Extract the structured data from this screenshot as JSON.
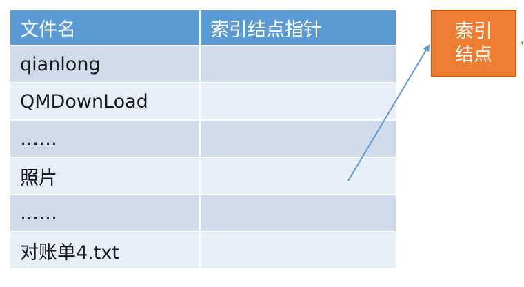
{
  "table": {
    "headers": [
      "文件名",
      "索引结点指针"
    ],
    "rows": [
      {
        "name": "qianlong",
        "pointer": ""
      },
      {
        "name": "QMDownLoad",
        "pointer": ""
      },
      {
        "name": "……",
        "pointer": ""
      },
      {
        "name": "照片",
        "pointer": ""
      },
      {
        "name": "……",
        "pointer": ""
      },
      {
        "name": "对账单4.txt",
        "pointer": ""
      }
    ]
  },
  "inode_box": {
    "line1": "索引",
    "line2": "结点"
  },
  "colors": {
    "header_bg": "#5b9bd5",
    "row_dark": "#cfdaea",
    "row_light": "#e8eef6",
    "box_fill": "#ed7d31",
    "arrow": "#5b9bd5"
  }
}
